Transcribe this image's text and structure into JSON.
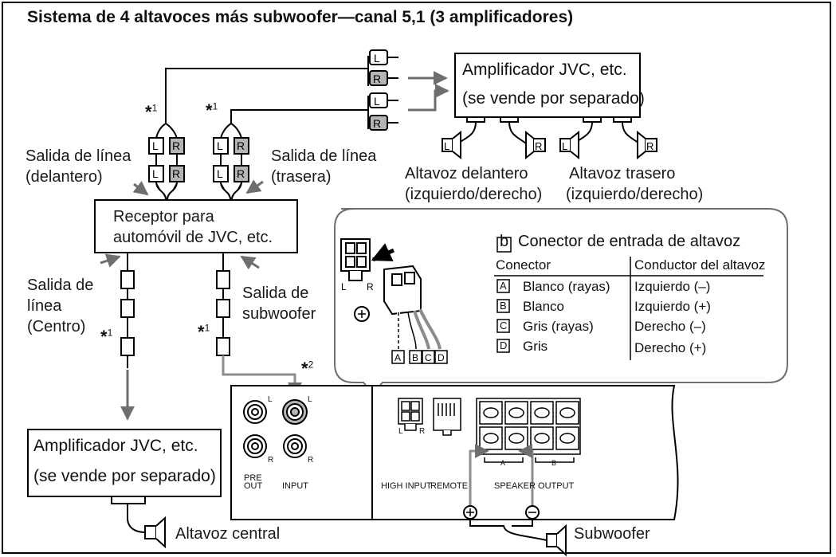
{
  "title": "Sistema de 4 altavoces más subwoofer—canal 5,1 (3 amplificadores)",
  "labels": {
    "rca_left": "L",
    "rca_right": "R",
    "asterisk_note_1": "*1",
    "asterisk_note_2": "*2",
    "amp_rear_line1": "Amplificador JVC, etc.",
    "amp_rear_line2": "(se vende por separado)",
    "front_speaker_line1": "Altavoz delantero",
    "front_speaker_line2": "(izquierdo/derecho)",
    "rear_speaker_line1": "Altavoz trasero",
    "rear_speaker_line2": "(izquierdo/derecho)",
    "line_out_front_line1": "Salida de línea",
    "line_out_front_line2": "(delantero)",
    "line_out_rear_line1": "Salida de línea",
    "line_out_rear_line2": "(trasera)",
    "receiver_line1": "Receptor para",
    "receiver_line2": "automóvil de JVC, etc.",
    "line_out_center_line1": "Salida de",
    "line_out_center_line2": "línea",
    "line_out_center_line3": "(Centro)",
    "subwoofer_out_line1": "Salida de",
    "subwoofer_out_line2": "subwoofer",
    "amp_center_line1": "Amplificador JVC, etc.",
    "amp_center_line2": "(se vende por separado)",
    "center_speaker": "Altavoz central",
    "subwoofer": "Subwoofer"
  },
  "connector_callout": {
    "heading_letter": "b",
    "heading": "Conector de entrada de altavoz",
    "col_connector": "Conector",
    "col_speaker": "Conductor del altavoz",
    "rows": [
      {
        "letter": "A",
        "wire": "Blanco (rayas)",
        "speaker": "Izquierdo (–)"
      },
      {
        "letter": "B",
        "wire": "Blanco",
        "speaker": "Izquierdo (+)"
      },
      {
        "letter": "C",
        "wire": "Gris (rayas)",
        "speaker": "Derecho (–)"
      },
      {
        "letter": "D",
        "wire": "Gris",
        "speaker": "Derecho (+)"
      }
    ],
    "wire_letters": [
      "A",
      "B",
      "C",
      "D"
    ],
    "plug_l": "L",
    "plug_r": "R"
  },
  "panel": {
    "pre_out_line1": "PRE",
    "pre_out_line2": "OUT",
    "input": "INPUT",
    "high_input": "HIGH INPUT",
    "remote": "REMOTE",
    "speaker_output": "SPEAKER OUTPUT",
    "jack_l": "L",
    "jack_r": "R",
    "group_a": "A",
    "group_b": "B",
    "plus": "⊕",
    "minus": "⊖"
  },
  "colors": {
    "wire": "#000000",
    "arrow": "#6e6e6e",
    "plug_fill": "#b5b5b5",
    "gray_wire": "#8c8c8c"
  }
}
